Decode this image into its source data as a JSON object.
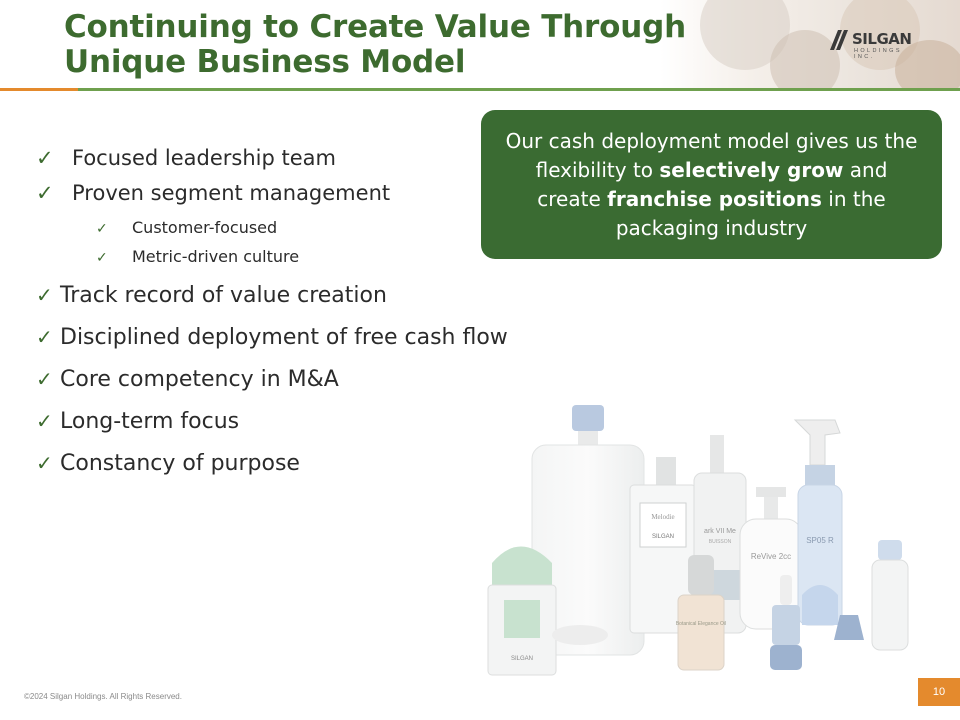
{
  "header": {
    "title_line1": "Continuing to Create Value Through",
    "title_line2": "Unique Business Model",
    "logo_text": "SILGAN",
    "logo_sub": "HOLDINGS INC."
  },
  "callout": {
    "part1": "Our cash deployment model gives us the flexibility to ",
    "bold1": "selectively grow",
    "part2": " and create ",
    "bold2": "franchise positions",
    "part3": " in the packaging industry"
  },
  "bullets": {
    "b1": "Focused leadership team",
    "b2": "Proven segment management",
    "b2a": "Customer-focused",
    "b2b": "Metric-driven culture",
    "b3": "Track record of value creation",
    "b4": "Disciplined deployment of free cash flow",
    "b5": "Core competency in M&A",
    "b6": "Long-term focus",
    "b7": "Constancy of purpose"
  },
  "product_labels": {
    "melodie": "Melodie",
    "ark": "ark VII Me",
    "buisson": "BUISSON",
    "revive": "ReVive 2cc",
    "sp05": "SP05 R",
    "serum": "Botanical Elegance Oil",
    "brand_small": "SILGAN"
  },
  "footer": {
    "copyright": "©2024 Silgan Holdings. All Rights Reserved.",
    "page": "10"
  },
  "colors": {
    "title_green": "#3d6b2f",
    "callout_green": "#3a6b32",
    "accent_orange": "#e48a2d",
    "rule_green": "#6fa04e"
  },
  "icons": [
    "checkmark-icon",
    "silgan-logo-icon"
  ]
}
